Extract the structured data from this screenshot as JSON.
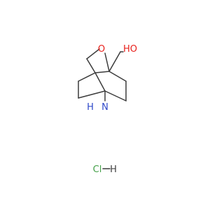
{
  "molecule": {
    "atoms": {
      "oxygen_ring": "O",
      "hydroxyl": "HO",
      "amine_N": "N",
      "amine_H": "H",
      "chloride": "Cl",
      "hydrogen": "H"
    },
    "colors": {
      "bond": "#3c3c3c",
      "oxygen": "#e8201b",
      "nitrogen": "#2e48c9",
      "chlorine": "#44a048",
      "carbon_text": "#404040"
    }
  }
}
